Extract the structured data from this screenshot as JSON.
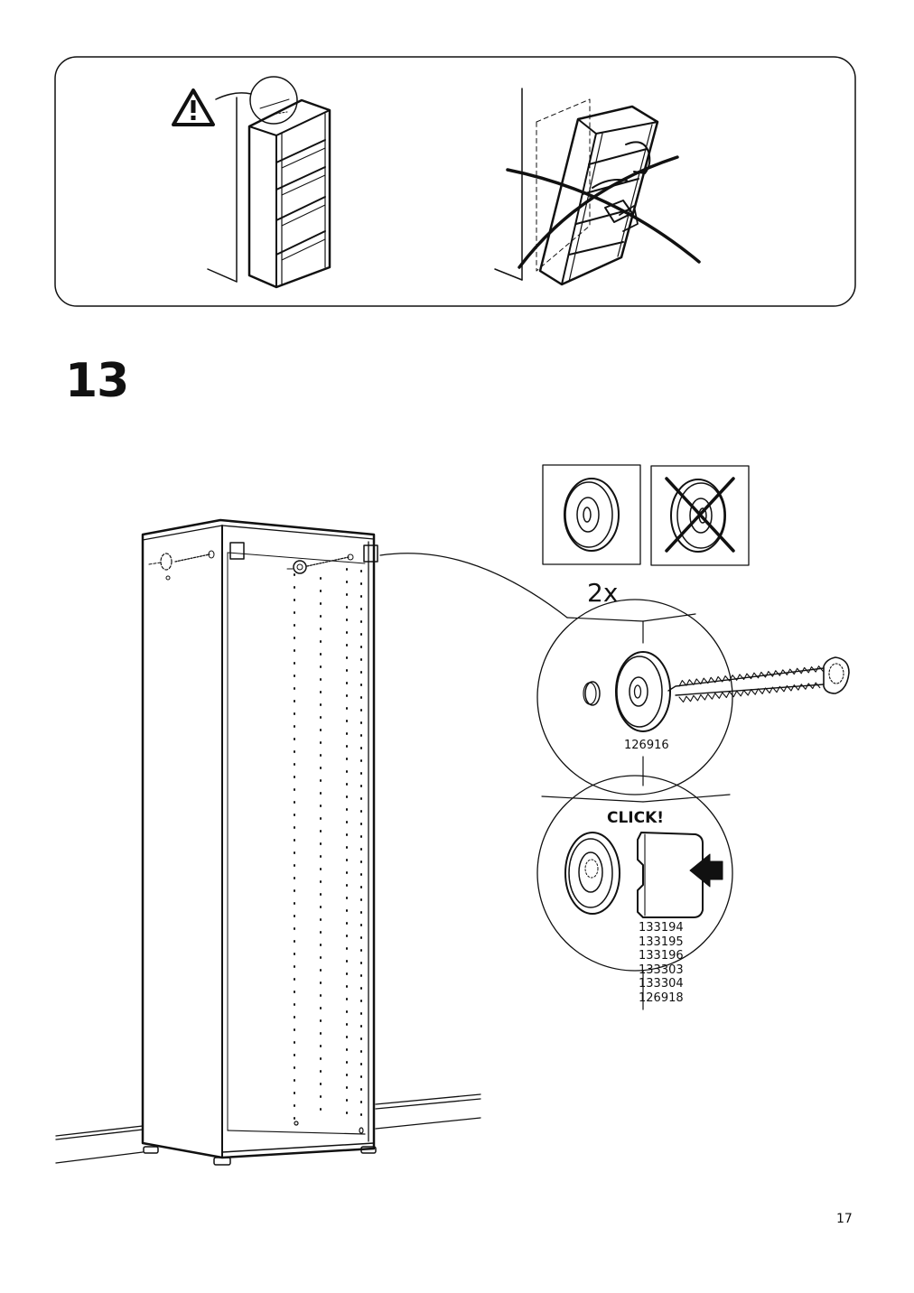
{
  "page": {
    "step_number": "13",
    "page_number": "17"
  },
  "safety_panel": {
    "warning_icon": "warning-triangle-icon",
    "correct_image": "bookcase-against-wall",
    "incorrect_image": "bookcase-tipping-crossed-out"
  },
  "step": {
    "quantity": "2x",
    "screw_part_code": "126916",
    "click_label": "CLICK!",
    "cap_part_codes": [
      "133194",
      "133195",
      "133196",
      "133303",
      "133304",
      "126918"
    ],
    "ok_icon": "flat-washer-correct",
    "not_ok_icon": "washer-crossed-out"
  }
}
